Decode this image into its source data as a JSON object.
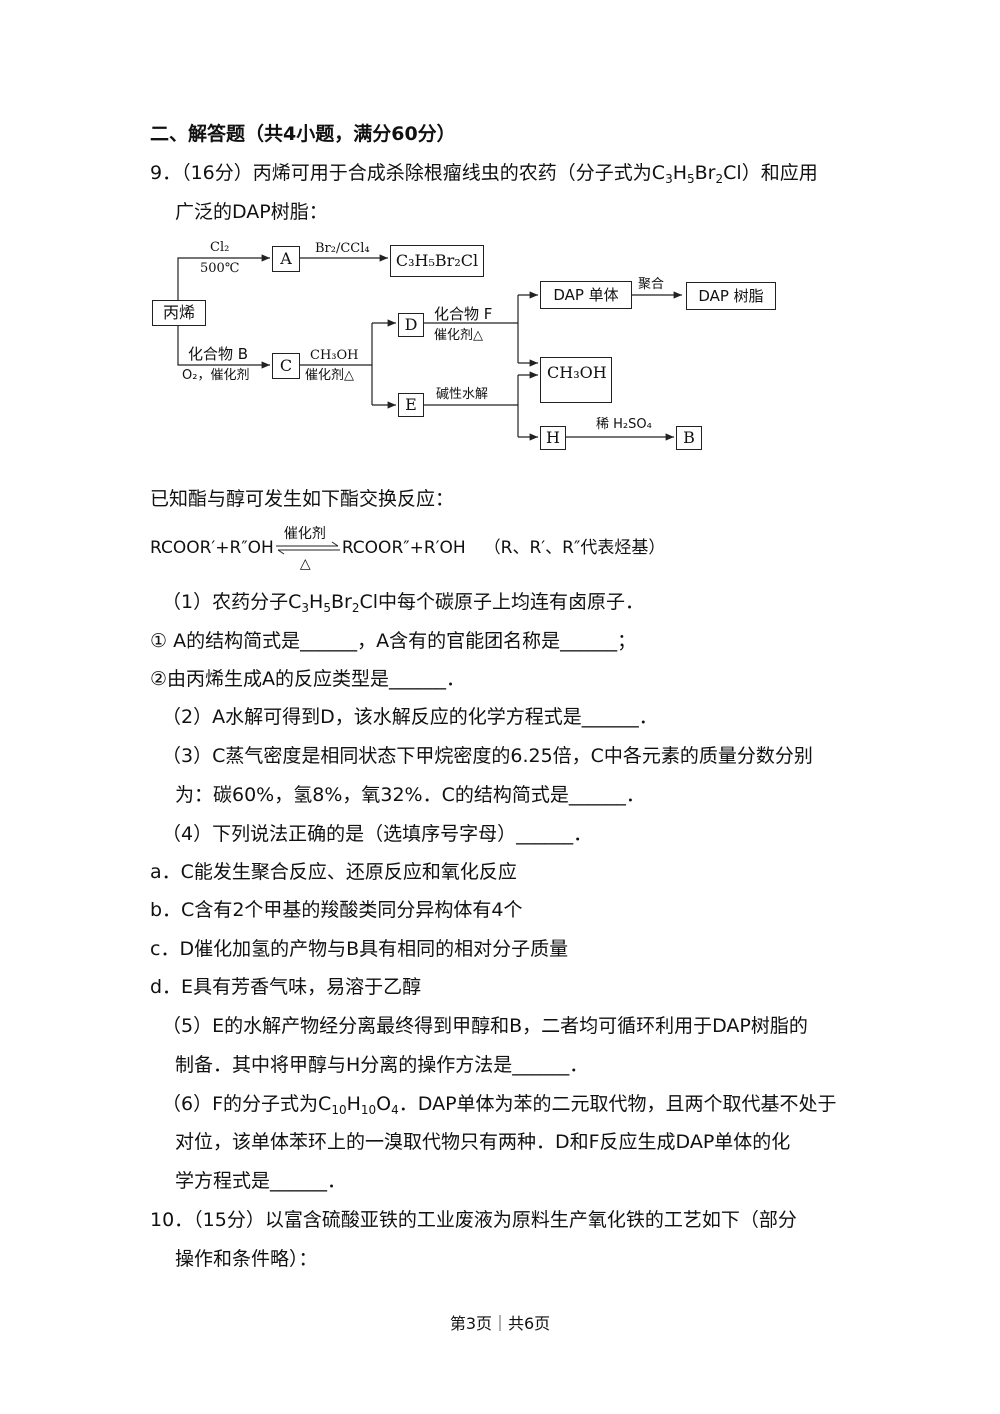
{
  "section_heading": "二、解答题（共4小题，满分60分）",
  "q9": {
    "number": "9．",
    "intro_a": "（16分）丙烯可用于合成杀除根瘤线虫的农药（分子式为",
    "intro_formula": {
      "c": "C",
      "c_n": "3",
      "h": "H",
      "h_n": "5",
      "br": "Br",
      "br_n": "2",
      "cl": "Cl"
    },
    "intro_b": "）和应用",
    "intro_line2": "广泛的DAP树脂：",
    "diagram": {
      "propylene": "丙烯",
      "cl2": "Cl₂",
      "temp": "500℃",
      "box_a": "A",
      "br2": "Br₂/CCl₄",
      "product": "C₃H₅Br₂Cl",
      "compound_b": "化合物 B",
      "o2_cat": "O₂，催化剂",
      "box_c": "C",
      "ch3oh": "CH₃OH",
      "cat_heat": "催化剂△",
      "box_d": "D",
      "box_e": "E",
      "compound_f": "化合物 F",
      "cat_heat2": "催化剂△",
      "alk_hydrolysis": "碱性水解",
      "dap_monomer": "DAP 单体",
      "polymerize": "聚合",
      "dap_resin": "DAP 树脂",
      "ch3oh_box": "CH₃OH",
      "box_h": "H",
      "dil_h2so4": "稀 H₂SO₄",
      "box_b": "B"
    },
    "known": "已知酯与醇可发生如下酯交换反应：",
    "reaction_left": "RCOOR′+R″OH",
    "reaction_cat": "催化剂",
    "reaction_heat": "△",
    "reaction_right": "RCOOR″+R′OH",
    "reaction_note": "（R、R′、R″代表烃基）",
    "p1_a": "（1）农药分子",
    "p1_b": "中每个碳原子上均连有卤原子．",
    "p1_i": "① A的结构简式是______，A含有的官能团名称是______；",
    "p1_ii": "②由丙烯生成A的反应类型是______．",
    "p2": "（2）A水解可得到D，该水解反应的化学方程式是______．",
    "p3_a": "（3）C蒸气密度是相同状态下甲烷密度的6.25倍，C中各元素的质量分数分别",
    "p3_b": "为：碳60%，氢8%，氧32%．C的结构简式是______．",
    "p4": "（4）下列说法正确的是（选填序号字母）______．",
    "opt_a": "a．C能发生聚合反应、还原反应和氧化反应",
    "opt_b": "b．C含有2个甲基的羧酸类同分异构体有4个",
    "opt_c": "c．D催化加氢的产物与B具有相同的相对分子质量",
    "opt_d": "d．E具有芳香气味，易溶于乙醇",
    "p5_a": "（5）E的水解产物经分离最终得到甲醇和B，二者均可循环利用于DAP树脂的",
    "p5_b": "制备．其中将甲醇与H分离的操作方法是______．",
    "p6_a1": "（6）F的分子式为",
    "p6_formula": {
      "c": "C",
      "c_n": "10",
      "h": "H",
      "h_n": "10",
      "o": "O",
      "o_n": "4"
    },
    "p6_a2": "．DAP单体为苯的二元取代物，且两个取代基不处于",
    "p6_b": "对位，该单体苯环上的一溴取代物只有两种．D和F反应生成DAP单体的化",
    "p6_c": "学方程式是______．"
  },
  "q10": {
    "line1": "10．（15分）以富含硫酸亚铁的工业废液为原料生产氧化铁的工艺如下（部分",
    "line2": "操作和条件略）："
  },
  "footer": "第3页｜共6页"
}
